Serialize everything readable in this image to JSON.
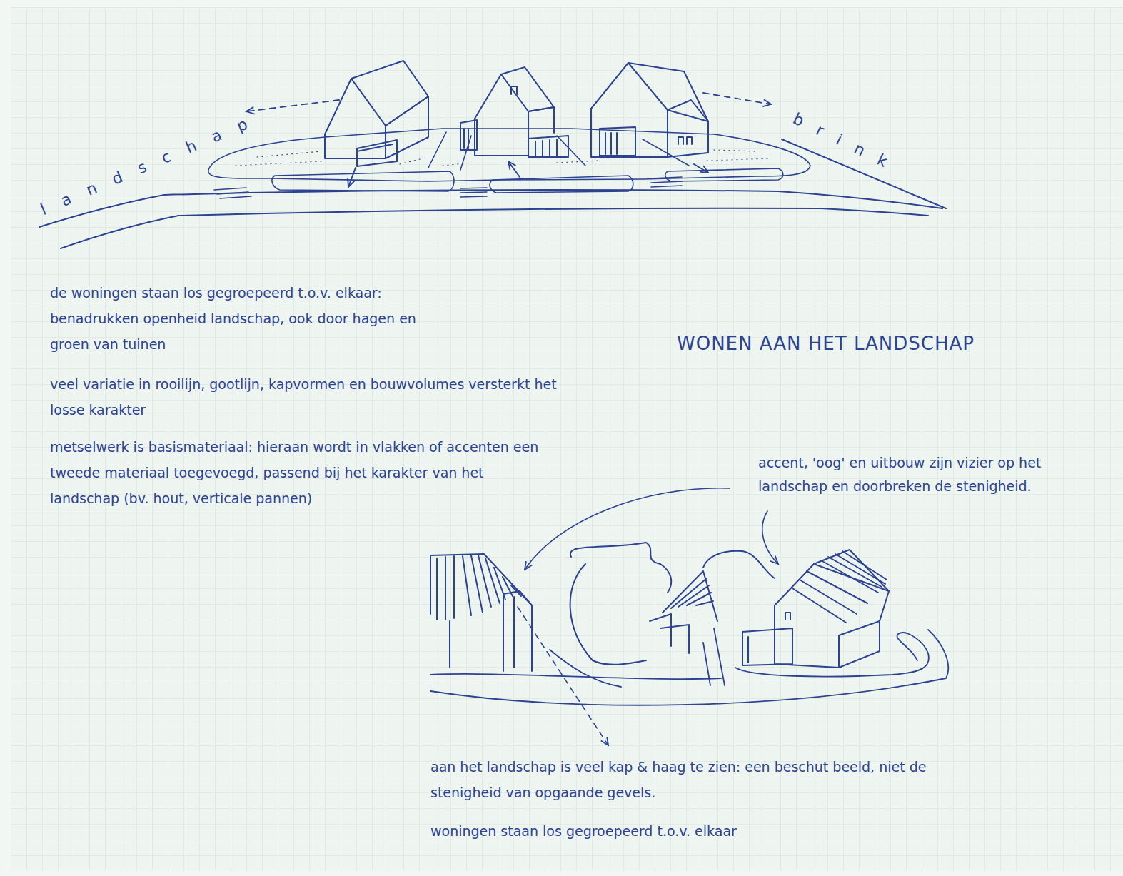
{
  "diagram": {
    "title": "WONEN AAN HET LANDSCHAP",
    "labels": [
      "landschap",
      "brink",
      "de woningen staan los gegroepeerd t.o.v. elkaar: benadrukken openheid landschap, ook door hagen en groen van tuinen",
      "veel variatie in rooilijn, gootlijn, kapvormen en bouwvolumes versterkt het losse karakter",
      "metselwerk is basismateriaal: hieraan wordt in vlakken of accenten een tweede materiaal toegevoegd, passend bij het karakter van het landschap (bv. hout, verticale pannen)",
      "accent, 'oog' en uitbouw zijn vizier op het landschap en doorbreken de stenigheid.",
      "aan het landschap is veel kap & haag te zien: een beschut beeld, niet de stenigheid van opgaande gevels.",
      "woningen staan los gegroepeerd t.o.v. elkaar"
    ]
  }
}
